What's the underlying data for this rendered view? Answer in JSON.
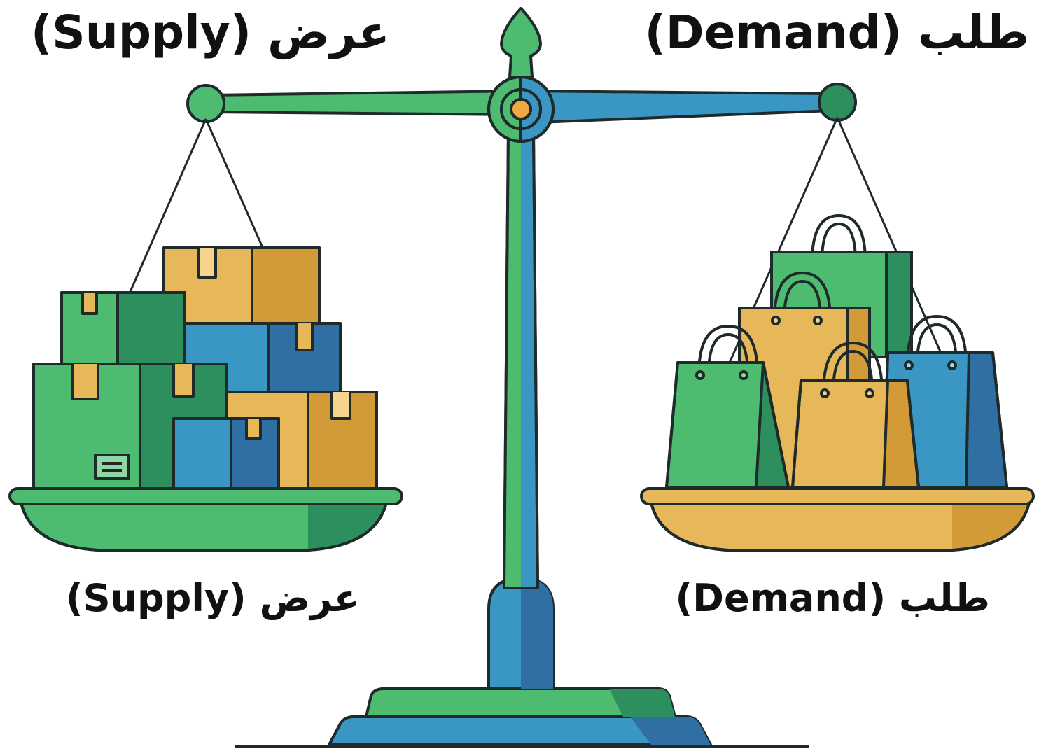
{
  "labels": {
    "supply_top": "عرض (Supply)",
    "demand_top": "طلب (Demand)",
    "supply_bottom": "عرض (Supply)",
    "demand_bottom": "طلب (Demand)"
  },
  "colors": {
    "green": "#4dbb70",
    "dark_green": "#2e8f5e",
    "blue": "#3a97c4",
    "dark_blue": "#2f6fa3",
    "gold": "#e6b85a",
    "dark_gold": "#d39a38",
    "orange_pivot": "#f0a842",
    "outline": "#1f2a2a"
  },
  "icons": {
    "left_pan": "cardboard-boxes-icon",
    "right_pan": "shopping-bags-icon",
    "scale": "balance-scale-icon"
  }
}
